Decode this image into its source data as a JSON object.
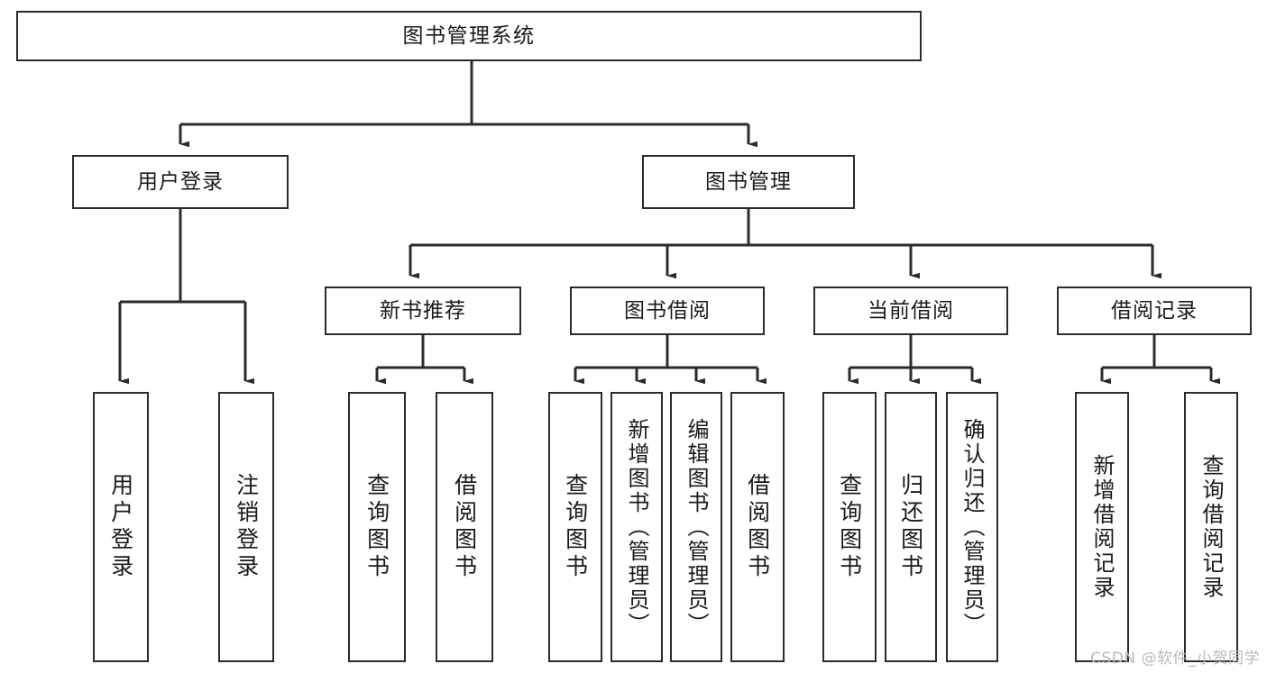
{
  "diagram": {
    "title": "图书管理系统",
    "type": "tree-hierarchy-diagram",
    "colors": {
      "stroke": "#2b2b2b",
      "fill": "#ffffff",
      "text": "#1a1a1a",
      "watermark": "#b9b9b9"
    },
    "root": {
      "label": "图书管理系统"
    },
    "level1": [
      {
        "label": "用户登录"
      },
      {
        "label": "图书管理"
      }
    ],
    "level2": [
      {
        "label": "新书推荐"
      },
      {
        "label": "图书借阅"
      },
      {
        "label": "当前借阅"
      },
      {
        "label": "借阅记录"
      }
    ],
    "leaves": {
      "user_login": [
        {
          "label": "用户登录"
        },
        {
          "label": "注销登录"
        }
      ],
      "new_book_recommend": [
        {
          "label": "查询图书"
        },
        {
          "label": "借阅图书"
        }
      ],
      "book_borrow": [
        {
          "label": "查询图书"
        },
        {
          "label": "新增图书（管理员）"
        },
        {
          "label": "编辑图书（管理员）"
        },
        {
          "label": "借阅图书"
        }
      ],
      "current_borrow": [
        {
          "label": "查询图书"
        },
        {
          "label": "归还图书"
        },
        {
          "label": "确认归还（管理员）"
        }
      ],
      "borrow_record": [
        {
          "label": "新增借阅记录"
        },
        {
          "label": "查询借阅记录"
        }
      ]
    }
  },
  "watermark": {
    "text": "CSDN @软件_小贺同学"
  }
}
